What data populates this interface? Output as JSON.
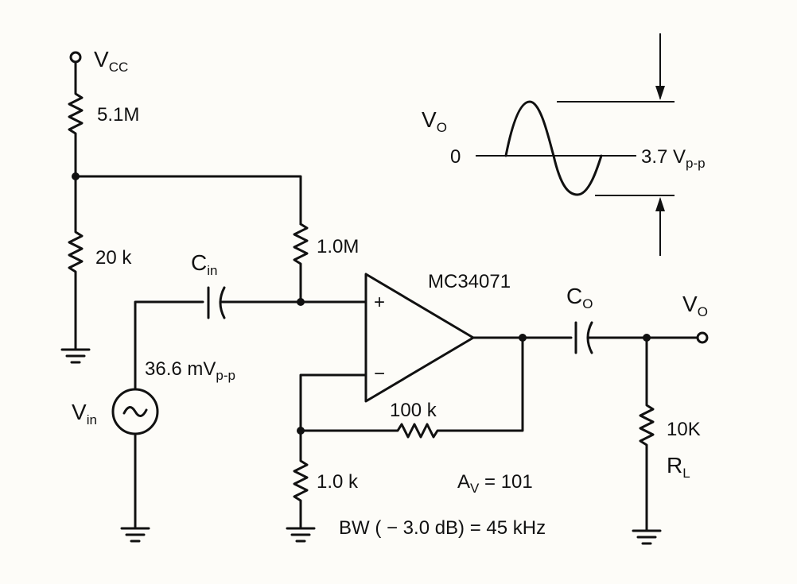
{
  "labels": {
    "vcc_main": "V",
    "vcc_sub": "CC",
    "r_top": "5.1M",
    "r_bias_low": "20 k",
    "r_bias_feed": "1.0M",
    "cin_main": "C",
    "cin_sub": "in",
    "vin_amplitude_main": "36.6 mV",
    "vin_amplitude_sub": "p-p",
    "vin_main": "V",
    "vin_sub": "in",
    "opamp": "MC34071",
    "opamp_plus": "+",
    "opamp_minus": "−",
    "r_feedback": "100 k",
    "r_ground": "1.0 k",
    "co_main": "C",
    "co_sub": "O",
    "vo_out_main": "V",
    "vo_out_sub": "O",
    "rl_value": "10K",
    "rl_main": "R",
    "rl_sub": "L",
    "gain_main": "A",
    "gain_sub": "V",
    "gain_value": " =  101",
    "bandwidth": "BW ( − 3.0 dB)  =  45 kHz"
  },
  "waveform": {
    "label_main": "V",
    "label_sub": "O",
    "zero": "0",
    "amplitude_main": "3.7 V",
    "amplitude_sub": "p-p"
  }
}
